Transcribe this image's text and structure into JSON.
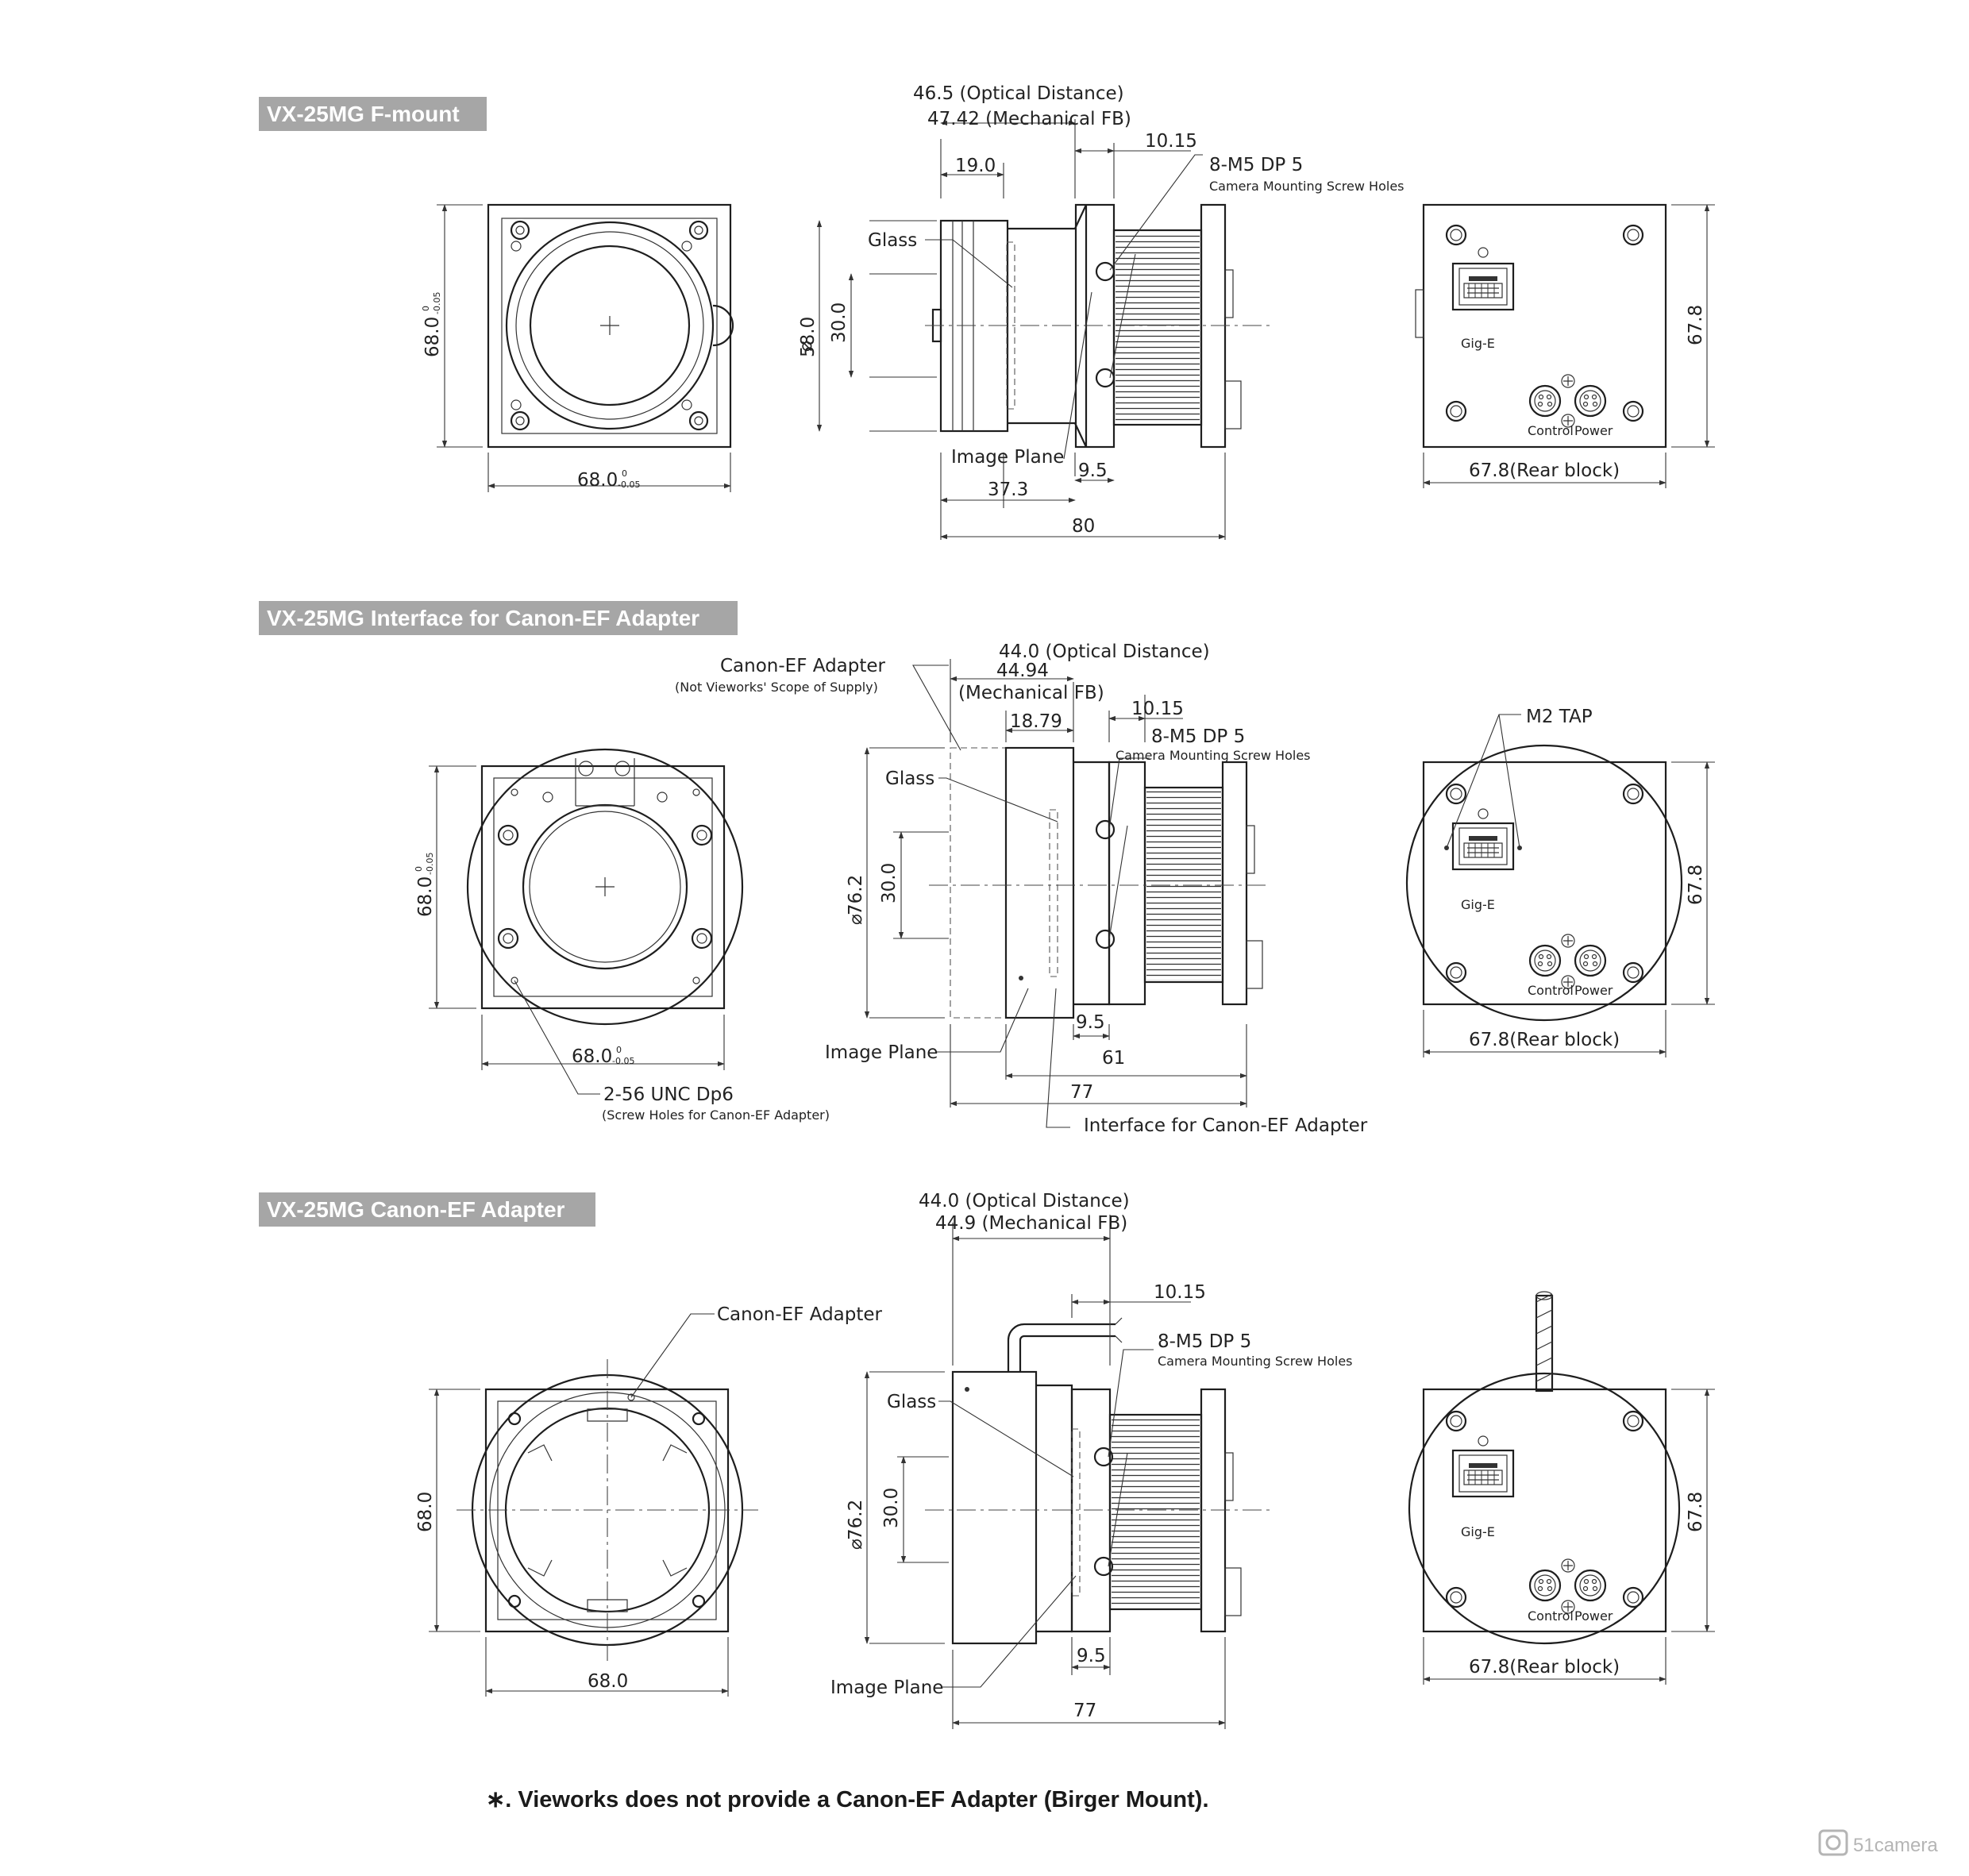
{
  "sections": [
    {
      "title": "VX-25MG F-mount",
      "front": {
        "width": "68.0",
        "height": "68.0",
        "tol_upper": "0",
        "tol_lower": "-0.05"
      },
      "side": {
        "optical_distance": "46.5 (Optical Distance)",
        "mechanical_fb": "47.42 (Mechanical FB)",
        "dim_a": "19.0",
        "dim_b": "10.15",
        "screw": "8-M5 DP 5",
        "screw_note": "Camera Mounting Screw Holes",
        "glass": "Glass",
        "image_plane": "Image Plane",
        "diameter": "58.0",
        "inner": "30.0",
        "dim_c": "9.5",
        "dim_d": "37.3",
        "total": "80"
      },
      "rear": {
        "height": "67.8",
        "width": "67.8(Rear block)",
        "gige": "Gig-E",
        "control": "Control",
        "power": "Power"
      }
    },
    {
      "title": "VX-25MG Interface for Canon-EF Adapter",
      "front": {
        "width": "68.0",
        "height": "68.0",
        "tol_upper": "0",
        "tol_lower": "-0.05",
        "holes": "2-56 UNC Dp6",
        "holes_note": "(Screw Holes for Canon-EF Adapter)"
      },
      "side": {
        "adapter": "Canon-EF Adapter",
        "adapter_note": "(Not Vieworks' Scope of Supply)",
        "optical_distance": "44.0 (Optical Distance)",
        "mechanical_fb_value": "44.94",
        "mechanical_fb_label": "(Mechanical FB)",
        "dim_a": "18.79",
        "dim_b": "10.15",
        "screw": "8-M5 DP 5",
        "screw_note": "Camera Mounting Screw Holes",
        "glass": "Glass",
        "image_plane": "Image Plane",
        "diameter": "76.2",
        "inner": "30.0",
        "dim_c": "9.5",
        "dim_d": "61",
        "total": "77",
        "interface": "Interface for Canon-EF Adapter"
      },
      "rear": {
        "tap": "M2 TAP",
        "height": "67.8",
        "width": "67.8(Rear block)",
        "gige": "Gig-E",
        "control": "Control",
        "power": "Power"
      }
    },
    {
      "title": "VX-25MG Canon-EF Adapter",
      "front": {
        "adapter": "Canon-EF Adapter",
        "width": "68.0",
        "height": "68.0"
      },
      "side": {
        "optical_distance": "44.0 (Optical Distance)",
        "mechanical_fb": "44.9 (Mechanical FB)",
        "dim_b": "10.15",
        "screw": "8-M5 DP 5",
        "screw_note": "Camera Mounting Screw Holes",
        "glass": "Glass",
        "image_plane": "Image Plane",
        "diameter": "76.2",
        "inner": "30.0",
        "dim_c": "9.5",
        "total": "77"
      },
      "rear": {
        "height": "67.8",
        "width": "67.8(Rear block)",
        "gige": "Gig-E",
        "control": "Control",
        "power": "Power"
      }
    }
  ],
  "footnote": "∗. Vieworks does not provide a Canon-EF Adapter (Birger Mount).",
  "watermark": "51camera",
  "colors": {
    "header_bg": "#a6a6a6",
    "line": "#1e1e1e"
  }
}
